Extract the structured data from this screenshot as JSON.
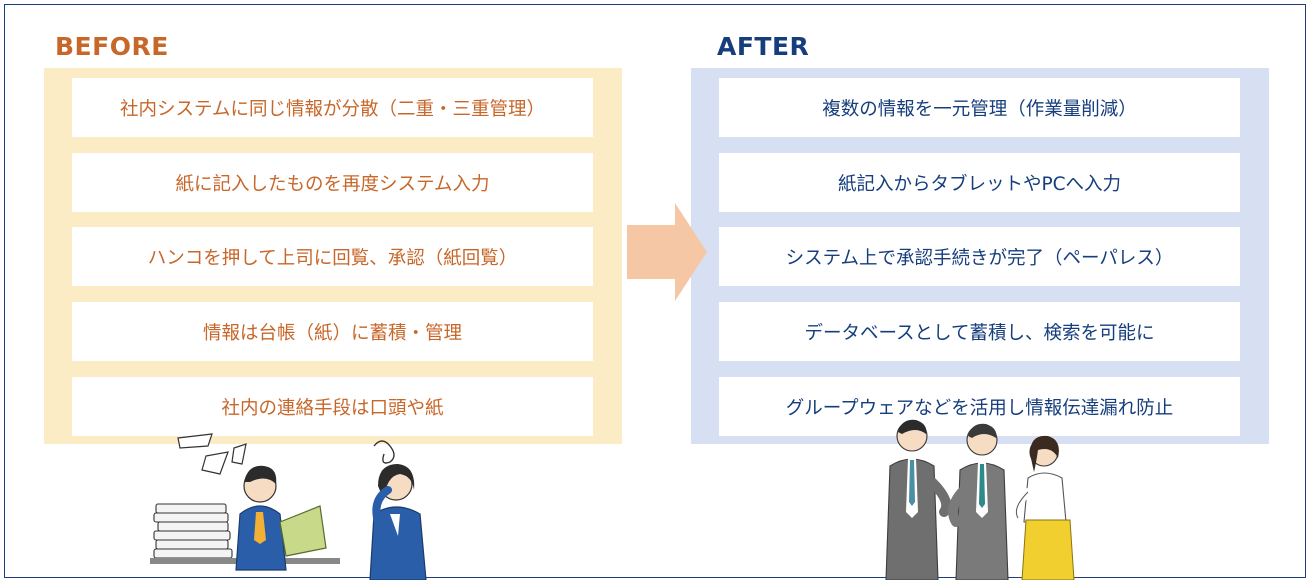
{
  "before": {
    "title": "BEFORE",
    "items": [
      "社内システムに同じ情報が分散（二重・三重管理）",
      "紙に記入したものを再度システム入力",
      "ハンコを押して上司に回覧、承認（紙回覧）",
      "情報は台帳（紙）に蓄積・管理",
      "社内の連絡手段は口頭や紙"
    ]
  },
  "after": {
    "title": "AFTER",
    "items": [
      "複数の情報を一元管理（作業量削減）",
      "紙記入からタブレットやPCへ入力",
      "システム上で承認手続きが完了（ペーパレス）",
      "データベースとして蓄積し、検索を可能に",
      "グループウェアなどを活用し情報伝達漏れ防止"
    ]
  },
  "colors": {
    "before_text": "#c8672a",
    "before_panel": "#fcecc6",
    "after_text": "#163e7d",
    "after_panel": "#d7e0f2",
    "arrow": "#f5c7a4",
    "frame": "#1f3d7a"
  }
}
